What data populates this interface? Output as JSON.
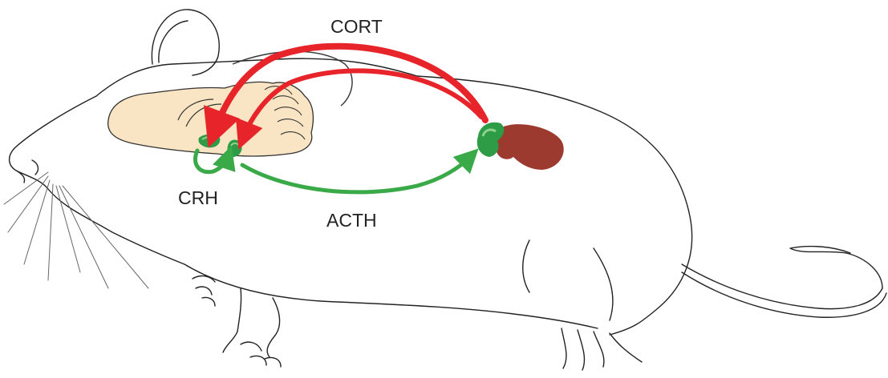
{
  "labels": {
    "cort": "CORT",
    "crh": "CRH",
    "acth": "ACTH"
  },
  "colors": {
    "cort_arrow": "#e8242b",
    "acth_arrow": "#3aaa48",
    "gland_green": "#2e9c46",
    "gland_light": "#8fd18f",
    "brain": "#f9e4c3",
    "kidney": "#9c3a30",
    "outline": "#222222"
  },
  "icons": {
    "mouse": "mouse-outline-icon",
    "brain": "brain-icon",
    "hypothalamus": "hypothalamus-icon",
    "pituitary": "pituitary-icon",
    "adrenal": "adrenal-gland-icon",
    "kidney": "kidney-icon"
  }
}
